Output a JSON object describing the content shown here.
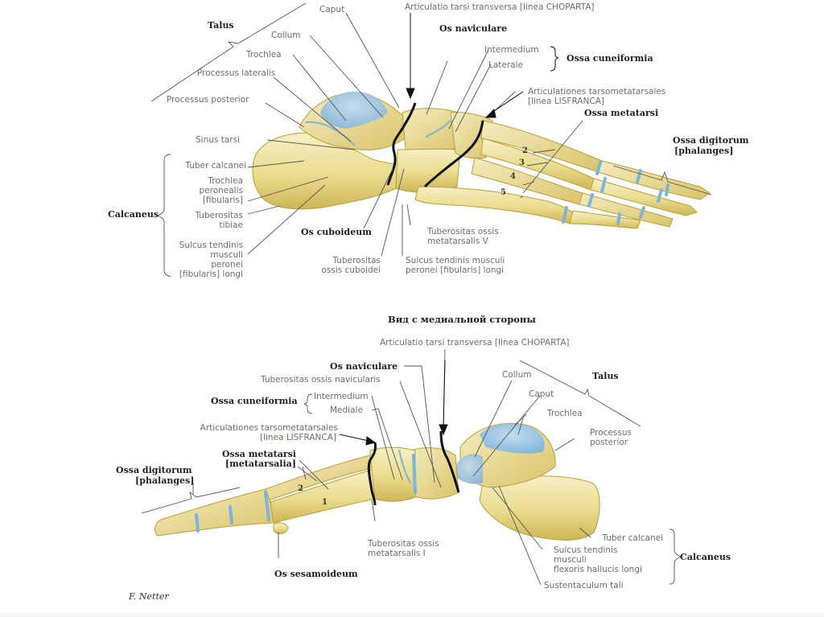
{
  "colors": {
    "bone": "#e9dc8c",
    "bone_light": "#f3ecbe",
    "bone_shadow": "#c9b24a",
    "cartilage": "#9cc7e4",
    "joint_line": "#111111",
    "leader_line": "#555555",
    "label_text": "#6b6d78",
    "bold_text": "#222222"
  },
  "lateral_view": {
    "talus_group": {
      "title": "Talus",
      "parts": [
        "Caput",
        "Collum",
        "Trochlea",
        "Processus lateralis",
        "Processus posterior"
      ]
    },
    "sinus_tarsi": "Sinus tarsi",
    "choparta": "Articulatio tarsi transversa [linea CHOPARTA]",
    "os_naviculare": "Os naviculare",
    "cuneiform_group": {
      "title": "Ossa cuneiformia",
      "parts": [
        "Intermedium",
        "Laterale"
      ]
    },
    "lisfranca": [
      "Articulationes tarsometatarsales",
      "[linea LISFRANCA]"
    ],
    "ossa_metatarsi": "Ossa metatarsi",
    "metatarsal_numbers": [
      "2",
      "3",
      "4",
      "5"
    ],
    "phalanges": [
      "Ossa digitorum",
      "[phalanges]"
    ],
    "calcaneus_group": {
      "title": "Calcaneus",
      "parts": [
        [
          "Tuber calcanei"
        ],
        [
          "Trochlea",
          "peronealis",
          "[fibularis]"
        ],
        [
          "Tuberositas",
          "tibiae"
        ],
        [
          "Sulcus tendinis",
          "musculi",
          "peronei",
          "[fibularis] longi"
        ]
      ]
    },
    "os_cuboideum": "Os cuboideum",
    "tuberositas_cuboidei": [
      "Tuberositas",
      "ossis cuboidei"
    ],
    "sulcus_peronei": [
      "Sulcus tendinis musculi",
      "peronei [fibularis] longi"
    ],
    "tuberositas_mt5": [
      "Tuberositas ossis",
      "metatarsalis V"
    ]
  },
  "medial_view": {
    "heading": "Вид с медиальной стороны",
    "choparta": "Articulatio tarsi transversa [linea CHOPARTA]",
    "os_naviculare": "Os naviculare",
    "tuberositas_navicularis": "Tuberositas ossis navicularis",
    "cuneiform_group": {
      "title": "Ossa cuneiformia",
      "parts": [
        "Intermedium",
        "Mediale"
      ]
    },
    "lisfranca": [
      "Articulationes tarsometatarsales",
      "[linea LISFRANCA]"
    ],
    "ossa_metatarsi": [
      "Ossa metatarsi",
      "[metatarsalia]"
    ],
    "metatarsal_numbers": [
      "2",
      "1"
    ],
    "phalanges": [
      "Ossa digitorum",
      "[phalanges]"
    ],
    "talus_group": {
      "title": "Talus",
      "parts": [
        "Collum",
        "Caput",
        "Trochlea",
        [
          "Processus",
          "posterior"
        ]
      ]
    },
    "calcaneus_group": {
      "title": "Calcaneus",
      "parts": [
        [
          "Tuber calcanei"
        ],
        [
          "Sulcus tendinis",
          "musculi",
          "flexoris hallucis longi"
        ],
        [
          "Sustentaculum tali"
        ]
      ]
    },
    "tuberositas_mt1": [
      "Tuberositas ossis",
      "metatarsalis I"
    ],
    "os_sesamoideum": "Os sesamoideum"
  },
  "signature": "F. Netter"
}
